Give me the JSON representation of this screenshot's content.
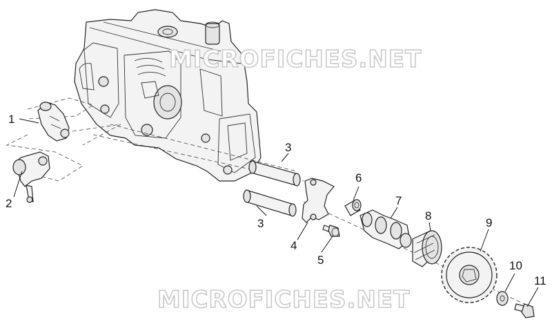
{
  "watermark": {
    "top": "MICROFICHES.NET",
    "bottom": "MICROFICHES.NET"
  },
  "callouts": [
    {
      "id": "1",
      "label": "1"
    },
    {
      "id": "2",
      "label": "2"
    },
    {
      "id": "3a",
      "label": "3"
    },
    {
      "id": "3b",
      "label": "3"
    },
    {
      "id": "4",
      "label": "4"
    },
    {
      "id": "5",
      "label": "5"
    },
    {
      "id": "6",
      "label": "6"
    },
    {
      "id": "7",
      "label": "7"
    },
    {
      "id": "8",
      "label": "8"
    },
    {
      "id": "9",
      "label": "9"
    },
    {
      "id": "10",
      "label": "10"
    },
    {
      "id": "11",
      "label": "11"
    }
  ]
}
